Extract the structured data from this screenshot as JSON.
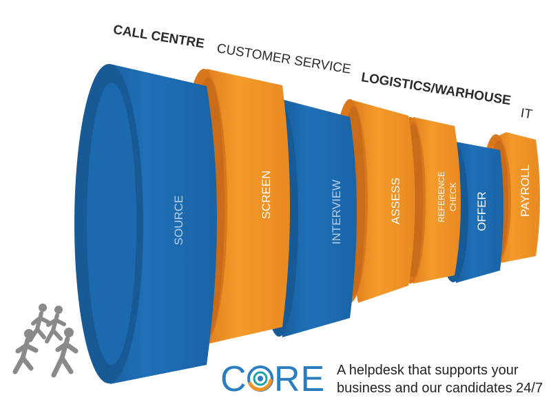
{
  "categories": [
    {
      "label": "CALL CENTRE",
      "bold": true
    },
    {
      "label": "CUSTOMER SERVICE",
      "bold": false
    },
    {
      "label": "LOGISTICS/WARHOUSE",
      "bold": true
    },
    {
      "label": "IT",
      "bold": false
    }
  ],
  "stages": [
    {
      "label": "SOURCE",
      "color": "blue"
    },
    {
      "label": "SCREEN",
      "color": "orange"
    },
    {
      "label": "INTERVIEW",
      "color": "blue"
    },
    {
      "label": "ASSESS",
      "color": "orange"
    },
    {
      "label_lines": [
        "REFERENCE",
        "CHECK"
      ],
      "color": "orange"
    },
    {
      "label": "OFFER",
      "color": "blue"
    },
    {
      "label": "PAYROLL",
      "color": "orange"
    }
  ],
  "logo": {
    "text_left": "C",
    "text_right": "RE"
  },
  "tagline": {
    "line1": "A helpdesk that supports your",
    "line2": "business and our candidates 24/7"
  },
  "colors": {
    "blue": "#1f6fb5",
    "blue_dark": "#175a96",
    "orange": "#f29423",
    "orange_dark": "#d9771c",
    "figure": "#8a8a8a"
  },
  "icons": {
    "people": "walking-people-icon",
    "logo_ring": "core-ring-icon"
  }
}
